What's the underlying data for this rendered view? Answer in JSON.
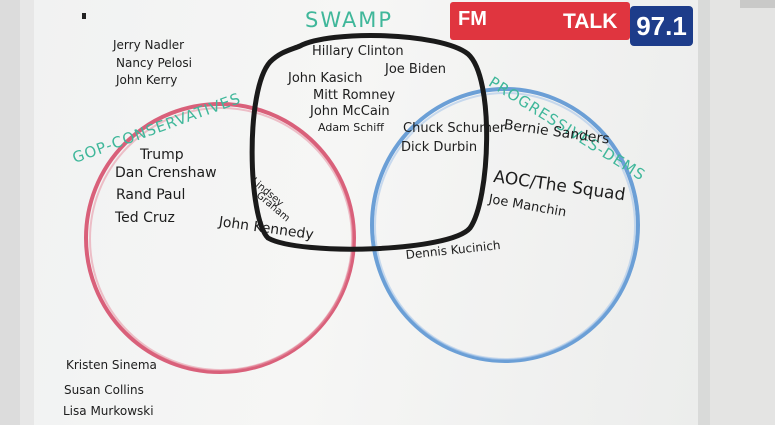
{
  "logo": {
    "fm": "FM",
    "talk": "TALK",
    "number": "97.1"
  },
  "labels": {
    "swamp": "SWAMP",
    "gop": "GOP-CONSERVATIVES",
    "progressives": "PROGRESSIVES-DEMS"
  },
  "outside_top": [
    "Jerry Nadler",
    "Nancy Pelosi",
    "John Kerry"
  ],
  "outside_bottom": [
    "Kristen Sinema",
    "Susan Collins",
    "Lisa Murkowski"
  ],
  "gop_only": [
    "Trump",
    "Dan Crenshaw",
    "Rand Paul",
    "Ted Cruz"
  ],
  "swamp_only": [
    "Hillary Clinton",
    "John Kasich",
    "Joe Biden",
    "Mitt Romney",
    "John McCain",
    "Adam Schiff"
  ],
  "gop_swamp": [
    "Lindsey",
    "Graham"
  ],
  "gop_swamp_edge": "John Kennedy",
  "swamp_dems": [
    "Chuck Schumer",
    "Dick Durbin"
  ],
  "dems_only": [
    "Bernie Sanders",
    "AOC/The Squad",
    "Joe Manchin"
  ],
  "dems_edge": "Dennis Kucinich",
  "colors": {
    "gop": "#d9607a",
    "swamp": "#1a1a1a",
    "dems": "#6b9fd6",
    "label_green": "#3fb79a"
  }
}
